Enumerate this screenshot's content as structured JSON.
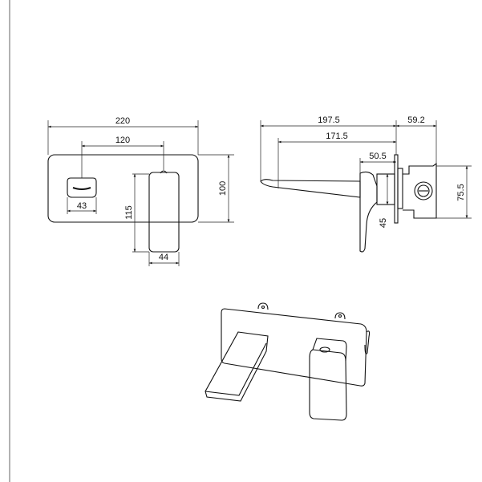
{
  "front_view": {
    "overall_width": "220",
    "centers": "120",
    "outlet_width": "43",
    "plate_height": "100",
    "handle_height": "115",
    "handle_width": "44"
  },
  "side_view": {
    "overall_projection": "197.5",
    "spout_projection": "171.5",
    "body_depth": "59.2",
    "handle_depth": "50.5",
    "handle_body_height": "45",
    "valve_height": "75.5"
  }
}
